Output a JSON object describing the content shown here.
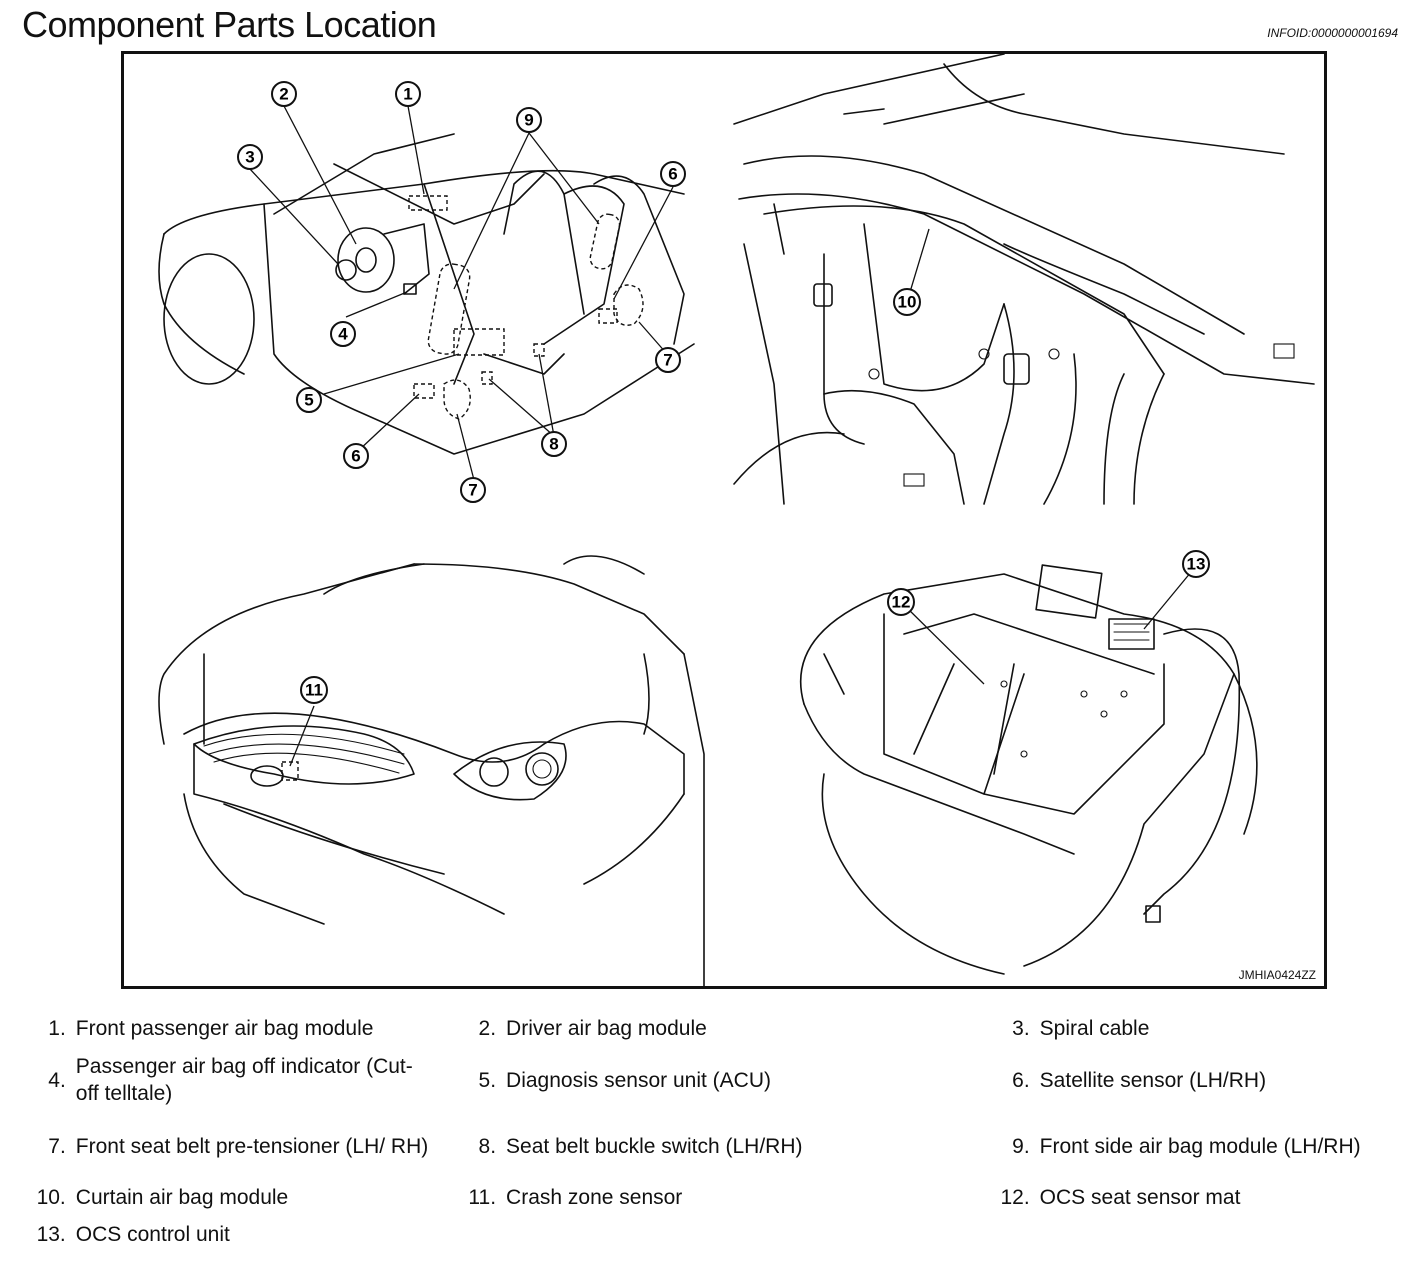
{
  "header": {
    "title": "Component Parts Location",
    "info_id": "INFOID:0000000001694"
  },
  "figure": {
    "code": "JMHIA0424ZZ",
    "callouts": [
      "1",
      "2",
      "3",
      "4",
      "5",
      "6",
      "7",
      "8",
      "9",
      "10",
      "11",
      "12",
      "13"
    ]
  },
  "legend": {
    "items": [
      {
        "num": "1.",
        "label": "Front passenger air bag module"
      },
      {
        "num": "2.",
        "label": "Driver air bag module"
      },
      {
        "num": "3.",
        "label": "Spiral cable"
      },
      {
        "num": "4.",
        "label": "Passenger air bag off indicator (Cut-off telltale)"
      },
      {
        "num": "5.",
        "label": "Diagnosis sensor unit (ACU)"
      },
      {
        "num": "6.",
        "label": "Satellite sensor (LH/RH)"
      },
      {
        "num": "7.",
        "label": "Front seat belt pre-tensioner (LH/ RH)"
      },
      {
        "num": "8.",
        "label": "Seat belt buckle switch (LH/RH)"
      },
      {
        "num": "9.",
        "label": "Front side air bag module (LH/RH)"
      },
      {
        "num": "10.",
        "label": "Curtain air bag module"
      },
      {
        "num": "11.",
        "label": "Crash zone sensor"
      },
      {
        "num": "12.",
        "label": "OCS seat sensor mat"
      },
      {
        "num": "13.",
        "label": "OCS control unit"
      }
    ]
  }
}
